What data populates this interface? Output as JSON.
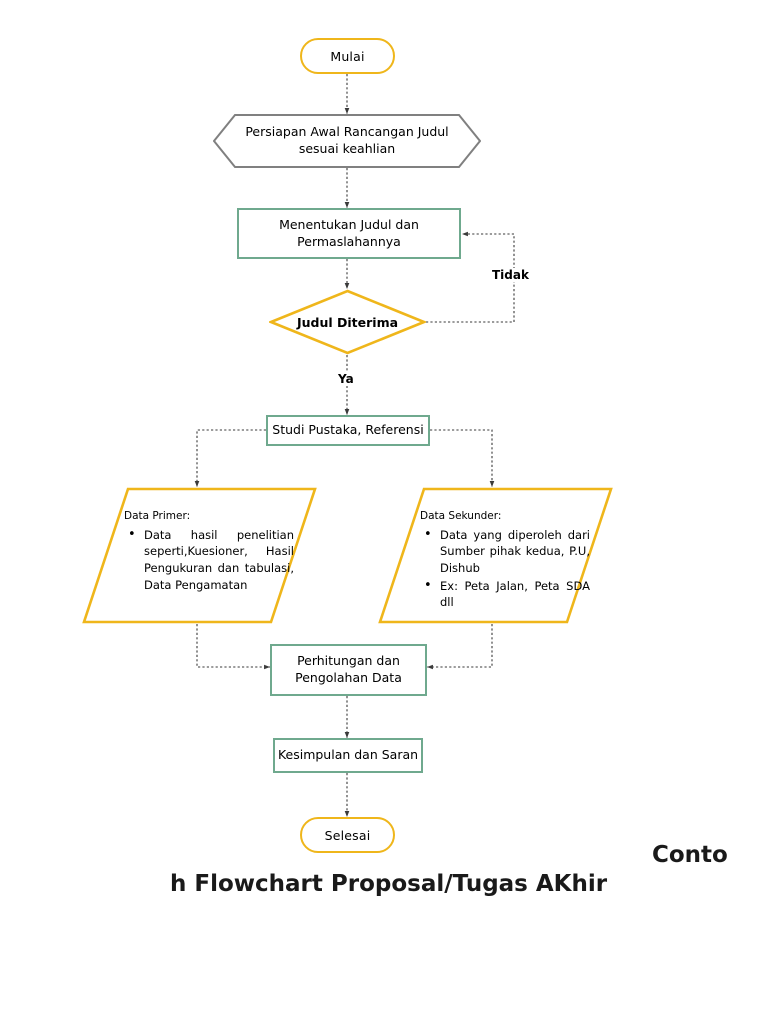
{
  "diagram": {
    "title": "Flowchart Proposal/Tugas AKhir",
    "colors": {
      "gold": "#EFB61B",
      "teal": "#6FA98E",
      "gray": "#808080",
      "connector": "#3a3a3a",
      "text": "#000000",
      "background": "#ffffff"
    },
    "nodes": {
      "start": {
        "label": "Mulai",
        "shape": "terminator"
      },
      "preparation": {
        "label": "Persiapan Awal Rancangan Judul sesuai keahlian",
        "line1": "Persiapan Awal Rancangan Judul",
        "line2": "sesuai keahlian",
        "shape": "hexagon"
      },
      "determine_title": {
        "label": "Menentukan Judul dan Permaslahannya",
        "line1": "Menentukan Judul dan",
        "line2": "Permaslahannya",
        "shape": "process"
      },
      "decision": {
        "label": "Judul Diterima",
        "shape": "diamond"
      },
      "literature": {
        "label": "Studi Pustaka, Referensi",
        "shape": "process"
      },
      "primary_data": {
        "title": "Data Primer:",
        "shape": "parallelogram",
        "items": [
          "Data hasil penelitian seperti,Kuesioner, Hasil Pengukuran dan tabulasi, Data Pengamatan"
        ]
      },
      "secondary_data": {
        "title": "Data Sekunder:",
        "shape": "parallelogram",
        "items": [
          "Data yang diperoleh dari Sumber pihak kedua, P.U, Dishub",
          "Ex: Peta Jalan, Peta SDA dll"
        ]
      },
      "processing": {
        "label": "Perhitungan dan Pengolahan Data",
        "line1": "Perhitungan dan",
        "line2": "Pengolahan Data",
        "shape": "process"
      },
      "conclusion": {
        "label": "Kesimpulan dan Saran",
        "shape": "process"
      },
      "end": {
        "label": "Selesai",
        "shape": "terminator"
      }
    },
    "edge_labels": {
      "no": "Tidak",
      "yes": "Ya"
    },
    "caption": {
      "part1": "Conto",
      "part2": "h Flowchart Proposal/Tugas AKhir"
    }
  }
}
